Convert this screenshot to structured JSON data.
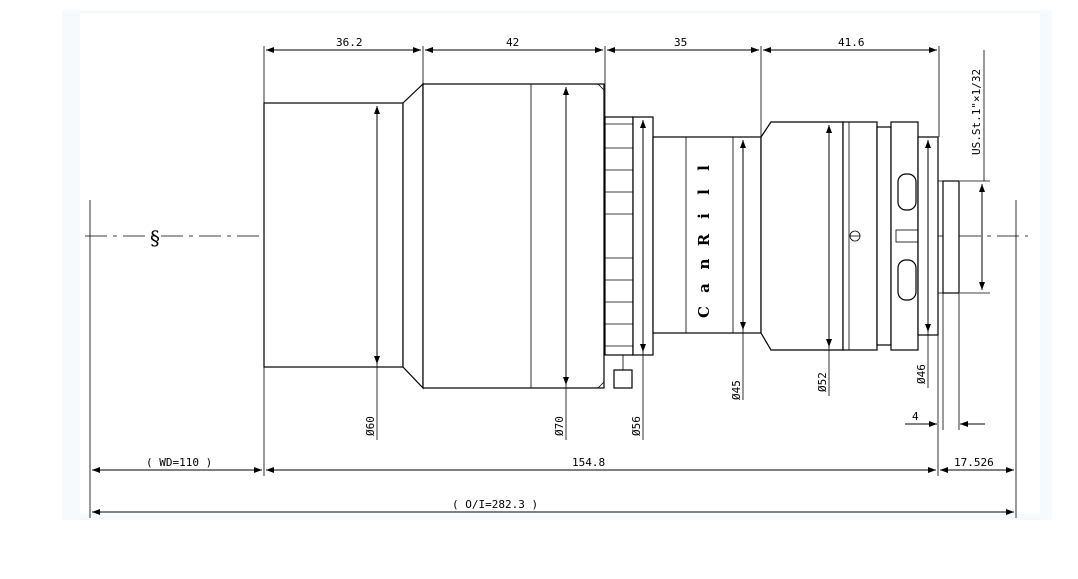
{
  "drawing": {
    "background_color": "#eef5fb",
    "line_color": "#000000",
    "brand": "CanRill",
    "brand_letters": [
      "C",
      "a",
      "n",
      "R",
      "i",
      "l",
      "l"
    ],
    "mount_label": "US.St.1\"×1/32",
    "wd_label": "( WD=110 )",
    "oi_label": "( O/I=282.3 )",
    "dimensions": {
      "top": [
        "36.2",
        "42",
        "35",
        "41.6"
      ],
      "total_length": "154.8",
      "back_focus": "17.526",
      "flange": "4"
    },
    "diameters": [
      "Ø60",
      "Ø70",
      "Ø56",
      "Ø45",
      "Ø52",
      "Ø46"
    ]
  }
}
